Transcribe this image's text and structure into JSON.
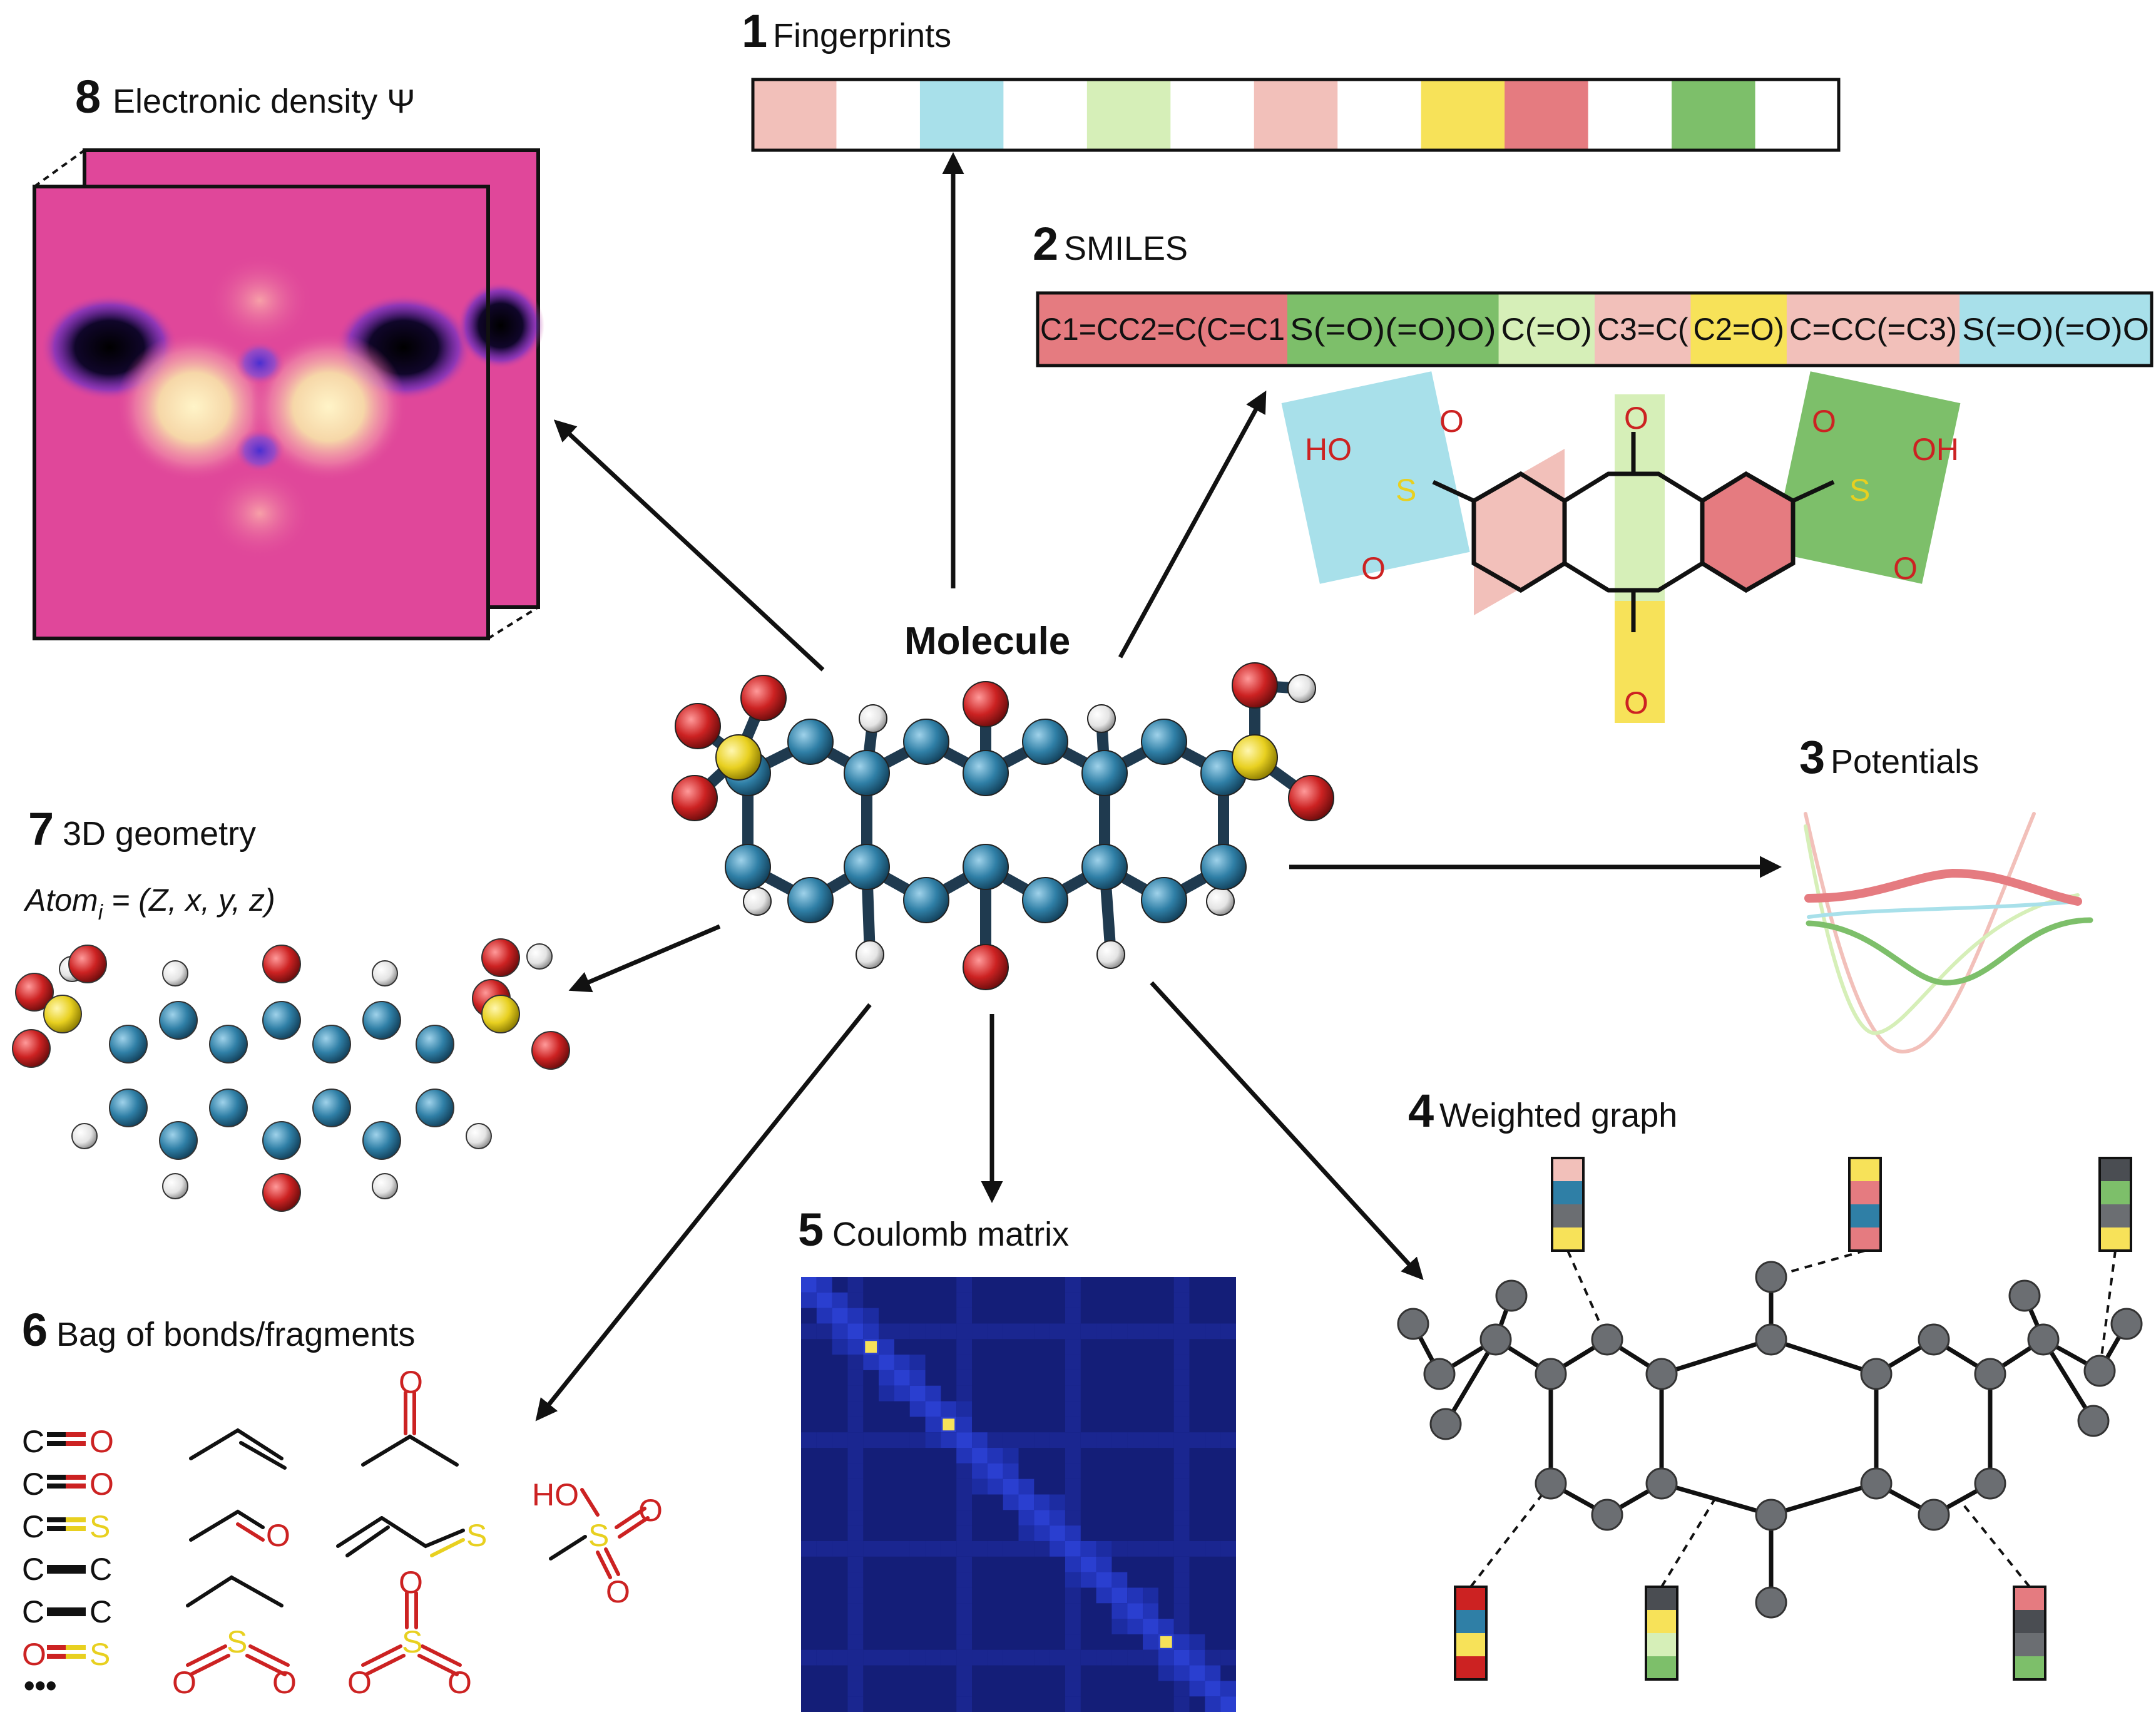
{
  "center_label": "Molecule",
  "panels": {
    "fingerprints": {
      "number": "1",
      "label": "Fingerprints"
    },
    "smiles": {
      "number": "2",
      "label": "SMILES",
      "segments": [
        {
          "text": "C1=CC2=C(C=C1",
          "color": "#e57b80"
        },
        {
          "text": "S(=O)(=O)O)",
          "color": "#7dbf6a"
        },
        {
          "text": "C(=O)",
          "color": "#d6efb8"
        },
        {
          "text": "C3=C(",
          "color": "#f2c0ba"
        },
        {
          "text": "C2=O)",
          "color": "#f7e259"
        },
        {
          "text": "C=CC(=C3)",
          "color": "#f2c0ba"
        },
        {
          "text": "S(=O)(=O)O",
          "color": "#a8e0ea"
        }
      ]
    },
    "potentials": {
      "number": "3",
      "label": "Potentials"
    },
    "weighted_graph": {
      "number": "4",
      "label": "Weighted graph"
    },
    "coulomb_matrix": {
      "number": "5",
      "label": "Coulomb matrix"
    },
    "bag_of_bonds": {
      "number": "6",
      "label": "Bag of bonds/fragments",
      "bonds": [
        {
          "a": "C",
          "b": "O"
        },
        {
          "a": "C",
          "b": "O"
        },
        {
          "a": "C",
          "b": "S"
        },
        {
          "a": "C",
          "b": "C"
        },
        {
          "a": "C",
          "b": "C"
        },
        {
          "a": "O",
          "b": "S"
        }
      ],
      "ellipsis": "•••"
    },
    "geometry_3d": {
      "number": "7",
      "label": "3D geometry",
      "formula_lhs": "Atom",
      "formula_sub": "i",
      "formula_rhs": " = (Z, x, y, z)"
    },
    "electronic_density": {
      "number": "8",
      "label": "Electronic density Ψ"
    }
  },
  "chem_labels": {
    "O": "O",
    "HO": "HO",
    "OH": "OH",
    "S": "S"
  },
  "fingerprint_colors": [
    "#f2c0ba",
    "#ffffff",
    "#a8e0ea",
    "#ffffff",
    "#d6efb8",
    "#ffffff",
    "#f2c0ba",
    "#ffffff",
    "#f7e259",
    "#e57b80",
    "#ffffff",
    "#7dbf6a",
    "#ffffff"
  ],
  "colors": {
    "carbon": "#2f7fa6",
    "oxygen": "#cc2222",
    "sulfur": "#e8d020",
    "hydrogen": "#e8e8e8",
    "density_bg": "#e0479a",
    "matrix_bg": "#141e78"
  }
}
